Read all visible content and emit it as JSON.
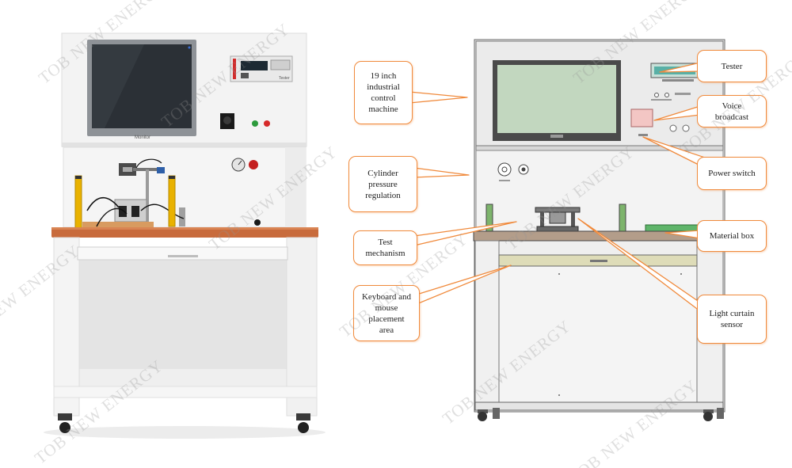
{
  "watermark": "TOB NEW ENERGY",
  "photo": {
    "monitor_label": "Monitor",
    "tester_label": "Tester"
  },
  "callouts": {
    "industrial_pc": "19 inch\nindustrial\ncontrol\nmachine",
    "cylinder": "Cylinder\npressure\nregulation",
    "test_mechanism": "Test\nmechanism",
    "keyboard": "Keyboard and\nmouse\nplacement\narea",
    "tester": "Tester",
    "voice": "Voice\nbroadcast",
    "power": "Power switch",
    "material_box": "Material box",
    "light_curtain": "Light curtain\nsensor"
  },
  "colors": {
    "callout_border": "#f08a3c",
    "tabletop_photo": "#c86b3c",
    "light_curtain": "#e9b200",
    "drawing_screen": "#c2d7bf",
    "material_box": "#5fb56a"
  }
}
